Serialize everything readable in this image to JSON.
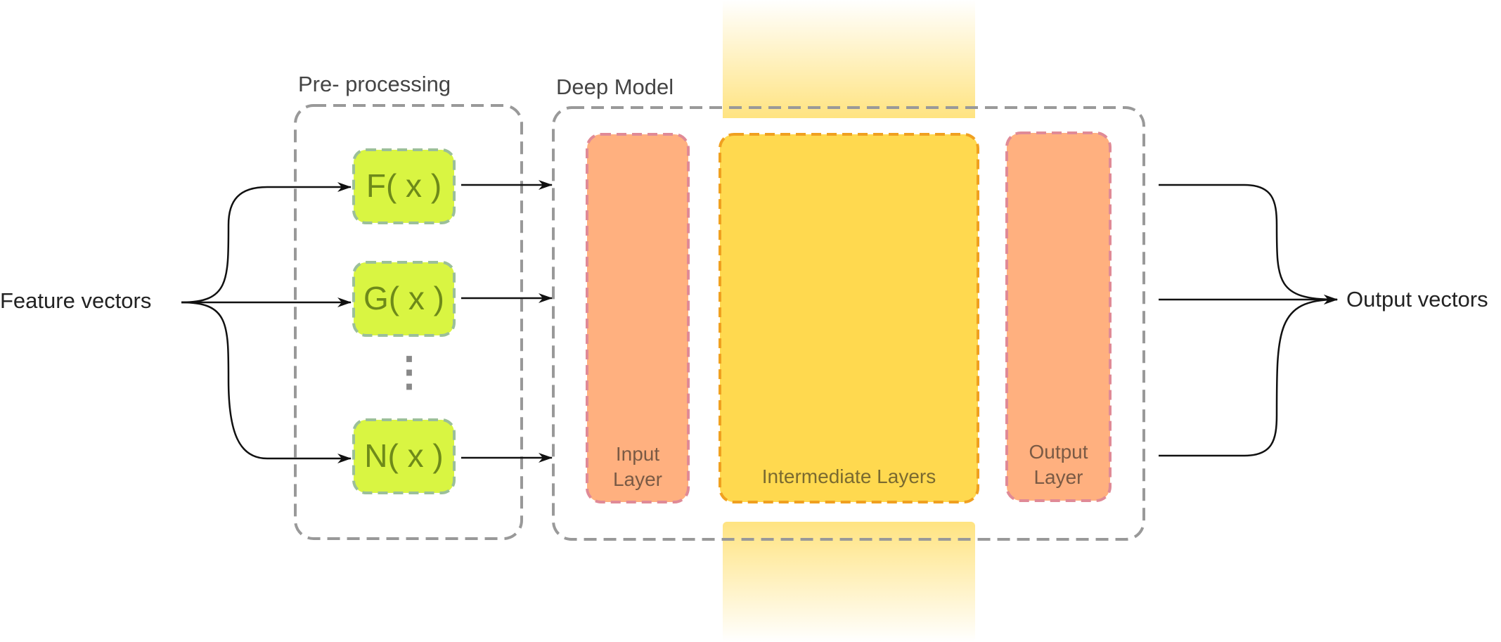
{
  "labels": {
    "input": "Feature vectors",
    "output": "Output vectors",
    "preprocessing_title": "Pre- processing",
    "deep_model_title": "Deep Model"
  },
  "functions": [
    {
      "label": "F( x )"
    },
    {
      "label": "G( x )"
    },
    {
      "label": "N( x )"
    }
  ],
  "ellipsis": "⋮",
  "layers": {
    "input_line1": "Input",
    "input_line2": "Layer",
    "intermediate": "Intermediate Layers",
    "output_line1": "Output",
    "output_line2": "Layer"
  },
  "colors": {
    "function_fill": "#d9f542",
    "function_border": "#9bbf9a",
    "input_layer_fill": "#ffb07f",
    "input_layer_border": "#e08a96",
    "intermediate_fill": "#ffd94f",
    "intermediate_border": "#f0a020",
    "output_layer_fill": "#ffb07f",
    "group_border": "#999999",
    "glow": "#ffe27a"
  }
}
